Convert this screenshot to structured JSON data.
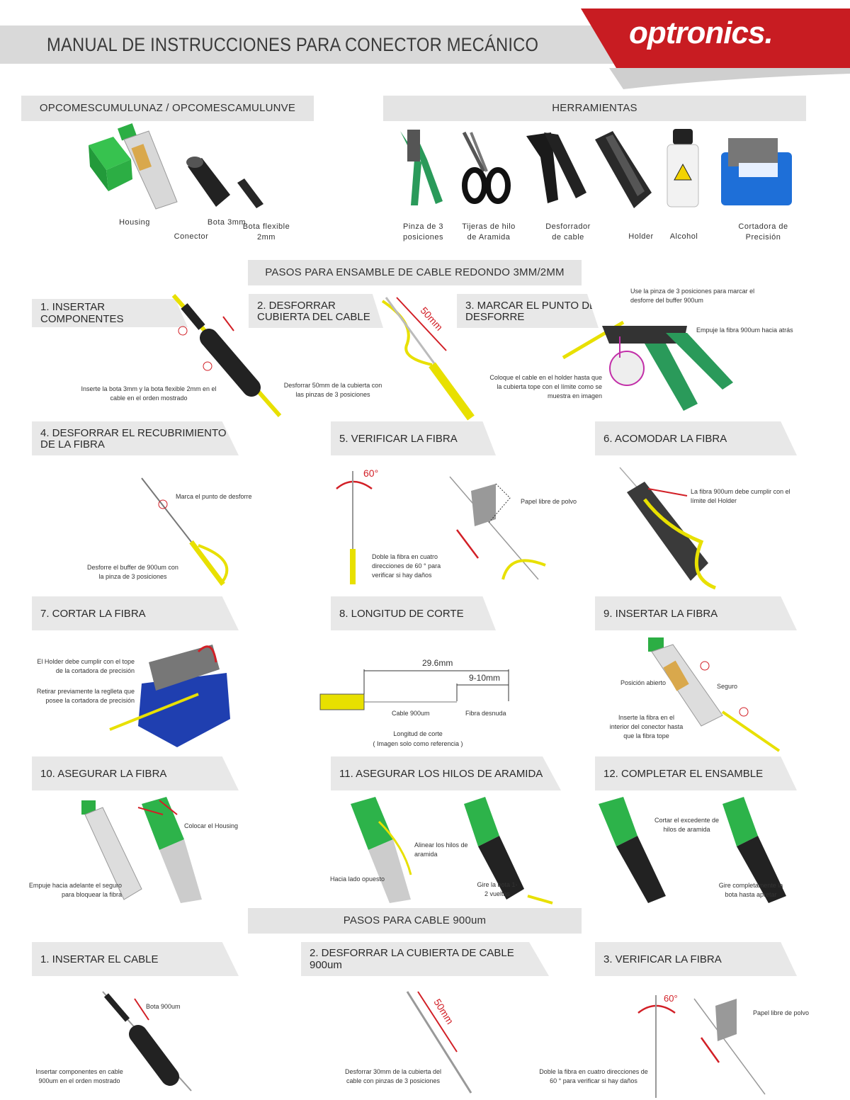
{
  "header": {
    "title": "MANUAL DE INSTRUCCIONES PARA CONECTOR MECÁNICO",
    "brand": "optronics.",
    "brand_color": "#d21f26"
  },
  "parts_section": {
    "title": "OPCOMESCUMULUNAZ / OPCOMESCAMULUNVE",
    "items": [
      "Housing",
      "Conector",
      "Bota 3mm",
      "Bota flexible 2mm"
    ]
  },
  "tools_section": {
    "title": "HERRAMIENTAS",
    "items": [
      "Pinza de 3 posiciones",
      "Tijeras de hilo de Aramida",
      "Desforrador de cable",
      "Holder",
      "Alcohol",
      "Cortadora de Precisión"
    ]
  },
  "round_cable": {
    "title": "PASOS PARA ENSAMBLE DE CABLE REDONDO 3MM/2MM",
    "steps": [
      {
        "title": "1. INSERTAR COMPONENTES",
        "notes": [
          "Inserte la bota 3mm y la bota flexible 2mm en el cable en el orden mostrado"
        ]
      },
      {
        "title": "2. DESFORRAR CUBIERTA DEL CABLE",
        "measure": "50mm",
        "notes": [
          "Desforrar 50mm de la cubierta con las pinzas de 3 posiciones"
        ]
      },
      {
        "title": "3. MARCAR EL PUNTO DE DESFORRE",
        "notes": [
          "Use la pinza de 3 posiciones para marcar el desforre del buffer 900um",
          "Empuje la fibra 900um hacia atrás",
          "Coloque el cable en el holder hasta que la cubierta tope con el límite como se muestra en imagen"
        ]
      },
      {
        "title": "4. DESFORRAR EL RECUBRIMIENTO DE LA FIBRA",
        "notes": [
          "Marca el punto de desforre",
          "Desforre el buffer de 900um con la pinza de 3 posiciones"
        ]
      },
      {
        "title": "5. VERIFICAR LA FIBRA",
        "angle": "60°",
        "notes": [
          "Doble la fibra en cuatro direcciones de 60 ° para verificar si hay daños",
          "Papel libre de polvo"
        ]
      },
      {
        "title": "6. ACOMODAR LA FIBRA",
        "notes": [
          "La fibra 900um debe cumplir con el límite del Holder"
        ]
      },
      {
        "title": "7. CORTAR LA FIBRA",
        "notes": [
          "El Holder debe cumplir con el tope de la cortadora de precisión",
          "Retirar previamente la reglleta que posee la cortadora de precisión"
        ]
      },
      {
        "title": "8. LONGITUD DE CORTE",
        "dim_total": "29.6mm",
        "dim_bare": "9-10mm",
        "notes": [
          "Cable 900um",
          "Fibra desnuda",
          "Longitud de corte",
          "( Imagen solo como referencia )"
        ]
      },
      {
        "title": "9. INSERTAR LA FIBRA",
        "notes": [
          "Posición abierto",
          "Seguro",
          "Inserte la fibra en el interior del conector hasta que la fibra tope"
        ]
      },
      {
        "title": "10. ASEGURAR LA FIBRA",
        "notes": [
          "Colocar el Housing",
          "Empuje hacia adelante el seguro para bloquear la fibra"
        ]
      },
      {
        "title": "11. ASEGURAR LOS HILOS DE ARAMIDA",
        "notes": [
          "Alinear los hilos de aramida",
          "Hacia lado opuesto",
          "Gire la bota 1-2 vueltas"
        ]
      },
      {
        "title": "12. COMPLETAR EL ENSAMBLE",
        "notes": [
          "Cortar el excedente de hilos de aramida",
          "Gire completamente la bota hasta apretar"
        ]
      }
    ]
  },
  "cable_900": {
    "title": "PASOS PARA CABLE 900um",
    "steps": [
      {
        "title": "1. INSERTAR EL CABLE",
        "notes": [
          "Bota 900um",
          "Insertar componentes en cable 900um en el orden mostrado"
        ]
      },
      {
        "title": "2. DESFORRAR LA CUBIERTA DE CABLE 900um",
        "measure": "50mm",
        "notes": [
          "Desforrar 30mm de la cubierta del cable con pinzas de 3 posiciones"
        ]
      },
      {
        "title": "3. VERIFICAR LA FIBRA",
        "angle": "60°",
        "notes": [
          "Papel libre de polvo",
          "Doble la fibra en cuatro direcciones de 60 ° para verificar si hay daños"
        ]
      }
    ]
  },
  "colors": {
    "accent_red": "#d21f26",
    "cable_yellow": "#e8e000",
    "connector_green": "#2db34a",
    "band_gray": "#e4e4e4"
  }
}
